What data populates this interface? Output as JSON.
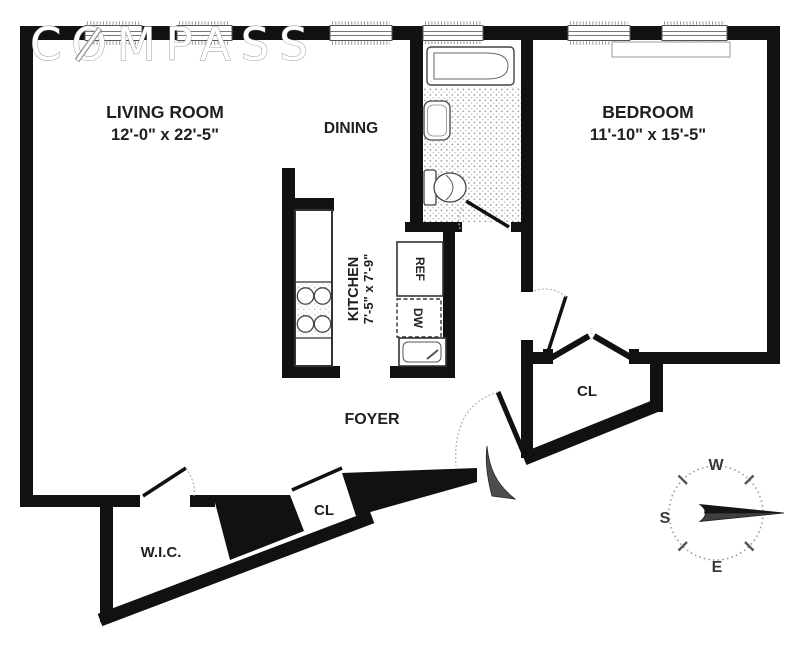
{
  "brand": {
    "name": "COMPASS"
  },
  "rooms": {
    "living_room": {
      "name": "LIVING ROOM",
      "dimensions": "12'-0\" x 22'-5\""
    },
    "dining": {
      "name": "DINING"
    },
    "bedroom": {
      "name": "BEDROOM",
      "dimensions": "11'-10\" x 15'-5\""
    },
    "kitchen": {
      "name": "KITCHEN",
      "dimensions": "7'-5\" x 7'-9\""
    },
    "foyer": {
      "name": "FOYER"
    },
    "walk_in_closet": {
      "name": "W.I.C."
    },
    "hall_closet": {
      "name": "CL"
    },
    "bedroom_closet": {
      "name": "CL"
    }
  },
  "appliances": {
    "refrigerator": "REF",
    "dishwasher": "DW"
  },
  "compass_rose": {
    "west": "W",
    "south": "S",
    "east": "E"
  },
  "colors": {
    "wall": "#111111",
    "background": "#ffffff",
    "label": "#1f1f1f",
    "stipple": "#9a9a9a"
  }
}
